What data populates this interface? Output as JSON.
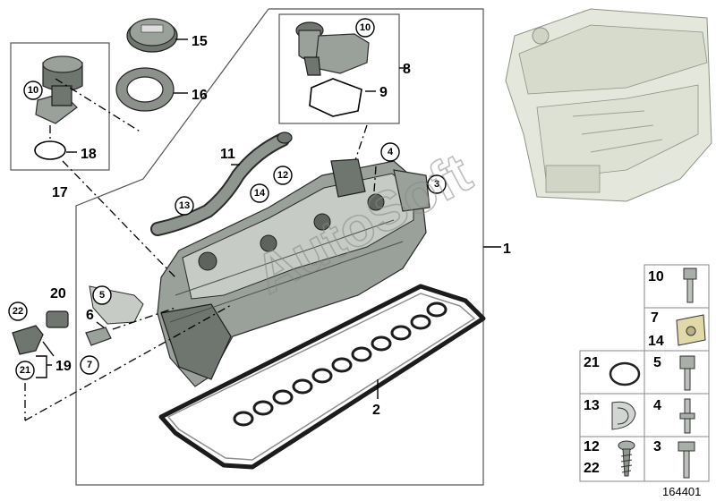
{
  "diagram": {
    "callouts": {
      "c1": "1",
      "c2": "2",
      "c3": "3",
      "c4": "4",
      "c5": "5",
      "c6": "6",
      "c7": "7",
      "c8": "8",
      "c9": "9",
      "c10a": "10",
      "c10b": "10",
      "c11": "11",
      "c12": "12",
      "c13": "13",
      "c14": "14",
      "c15": "15",
      "c16": "16",
      "c17": "17",
      "c18": "18",
      "c19": "19",
      "c20": "20",
      "c21": "21",
      "c22": "22"
    },
    "legend": {
      "r1": "10",
      "r2a": "7",
      "r2b": "14",
      "r3a": "21",
      "r3b": "5",
      "r4a": "13",
      "r4b": "4",
      "r5a": "12",
      "r5b": "22",
      "r5c": "3"
    },
    "reference_number": "164401",
    "watermark": "AutoSoft"
  }
}
